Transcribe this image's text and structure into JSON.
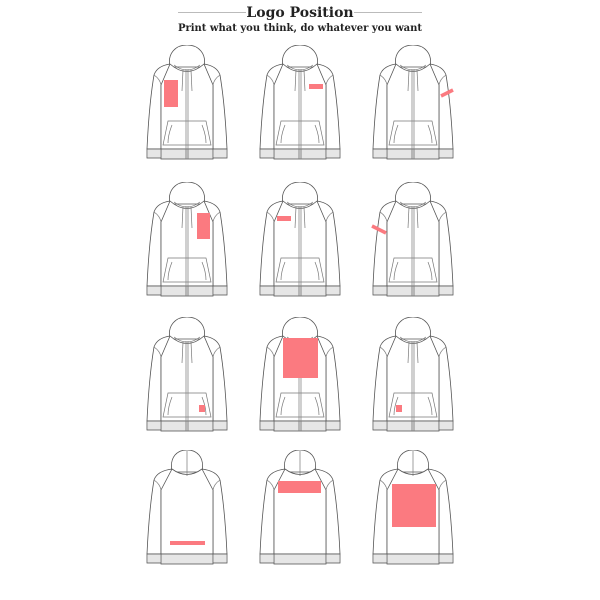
{
  "header": {
    "title": "Logo Position",
    "subtitle": "Print what you think, do whatever you want"
  },
  "colors": {
    "logo": "#fb7a80",
    "outline": "#555555",
    "background": "#ffffff"
  },
  "grid": [
    {
      "view": "front",
      "position": "left-chest-large"
    },
    {
      "view": "front",
      "position": "right-chest-small"
    },
    {
      "view": "front",
      "position": "left-sleeve"
    },
    {
      "view": "front",
      "position": "right-chest-large"
    },
    {
      "view": "front",
      "position": "left-chest-small"
    },
    {
      "view": "front",
      "position": "right-sleeve"
    },
    {
      "view": "front",
      "position": "left-hem-small"
    },
    {
      "view": "front",
      "position": "full-front"
    },
    {
      "view": "front",
      "position": "right-hem-small"
    },
    {
      "view": "back",
      "position": "lower-back"
    },
    {
      "view": "back",
      "position": "upper-back"
    },
    {
      "view": "back",
      "position": "full-back"
    }
  ]
}
